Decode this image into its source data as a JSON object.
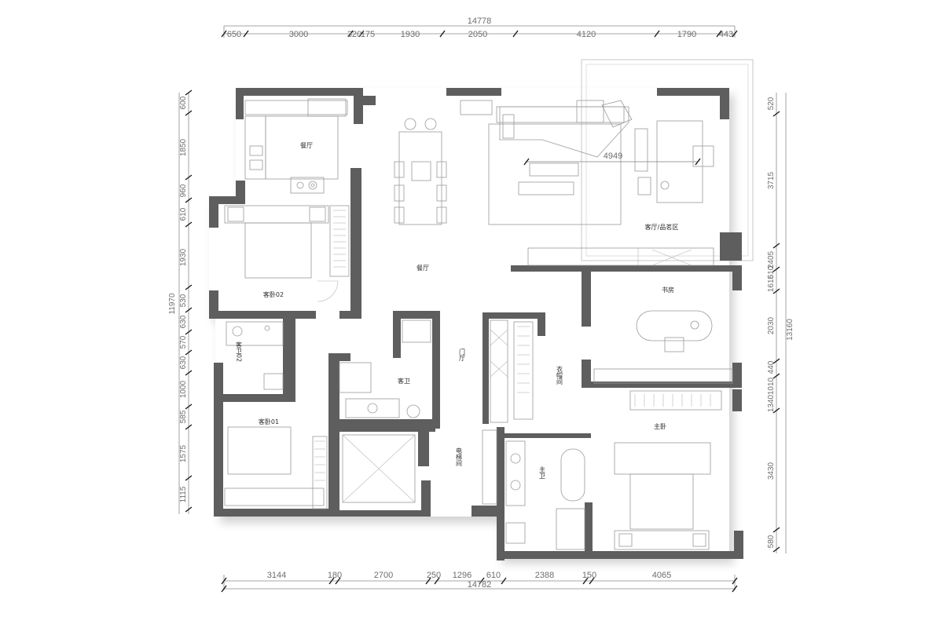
{
  "plan": {
    "top_total": "14778",
    "top_segments": [
      "650",
      "3000",
      "320",
      "175",
      "1930",
      "2050",
      "4120",
      "1790",
      "443"
    ],
    "bottom_total": "14782",
    "bottom_segments": [
      "3144",
      "180",
      "2700",
      "250",
      "1296",
      "610",
      "2388",
      "150",
      "4065"
    ],
    "left_total": "11970",
    "left_segments": [
      "600",
      "1850",
      "960",
      "610",
      "1930",
      "530",
      "630",
      "570",
      "630",
      "1000",
      "585",
      "1575",
      "1115"
    ],
    "right_total": "13160",
    "right_segments": [
      "520",
      "3715",
      "2405",
      "610",
      "1615",
      "2030",
      "440",
      "1010",
      "1340",
      "3430",
      "580"
    ],
    "interior_dimension": "4949",
    "rooms": {
      "kitchen": "餐厅",
      "guest_bedroom_02": "客卧02",
      "dining": "餐厅",
      "living": "客厅/品茗区",
      "study": "书房",
      "guest_bath_02": "客卫02",
      "guest_bath": "客卫",
      "foyer": "门厅",
      "cloakroom": "衣帽间",
      "guest_bedroom_01": "客卧01",
      "master_bedroom": "主卧",
      "elevator_hall": "电梯间",
      "master_bath": "主卫"
    }
  }
}
